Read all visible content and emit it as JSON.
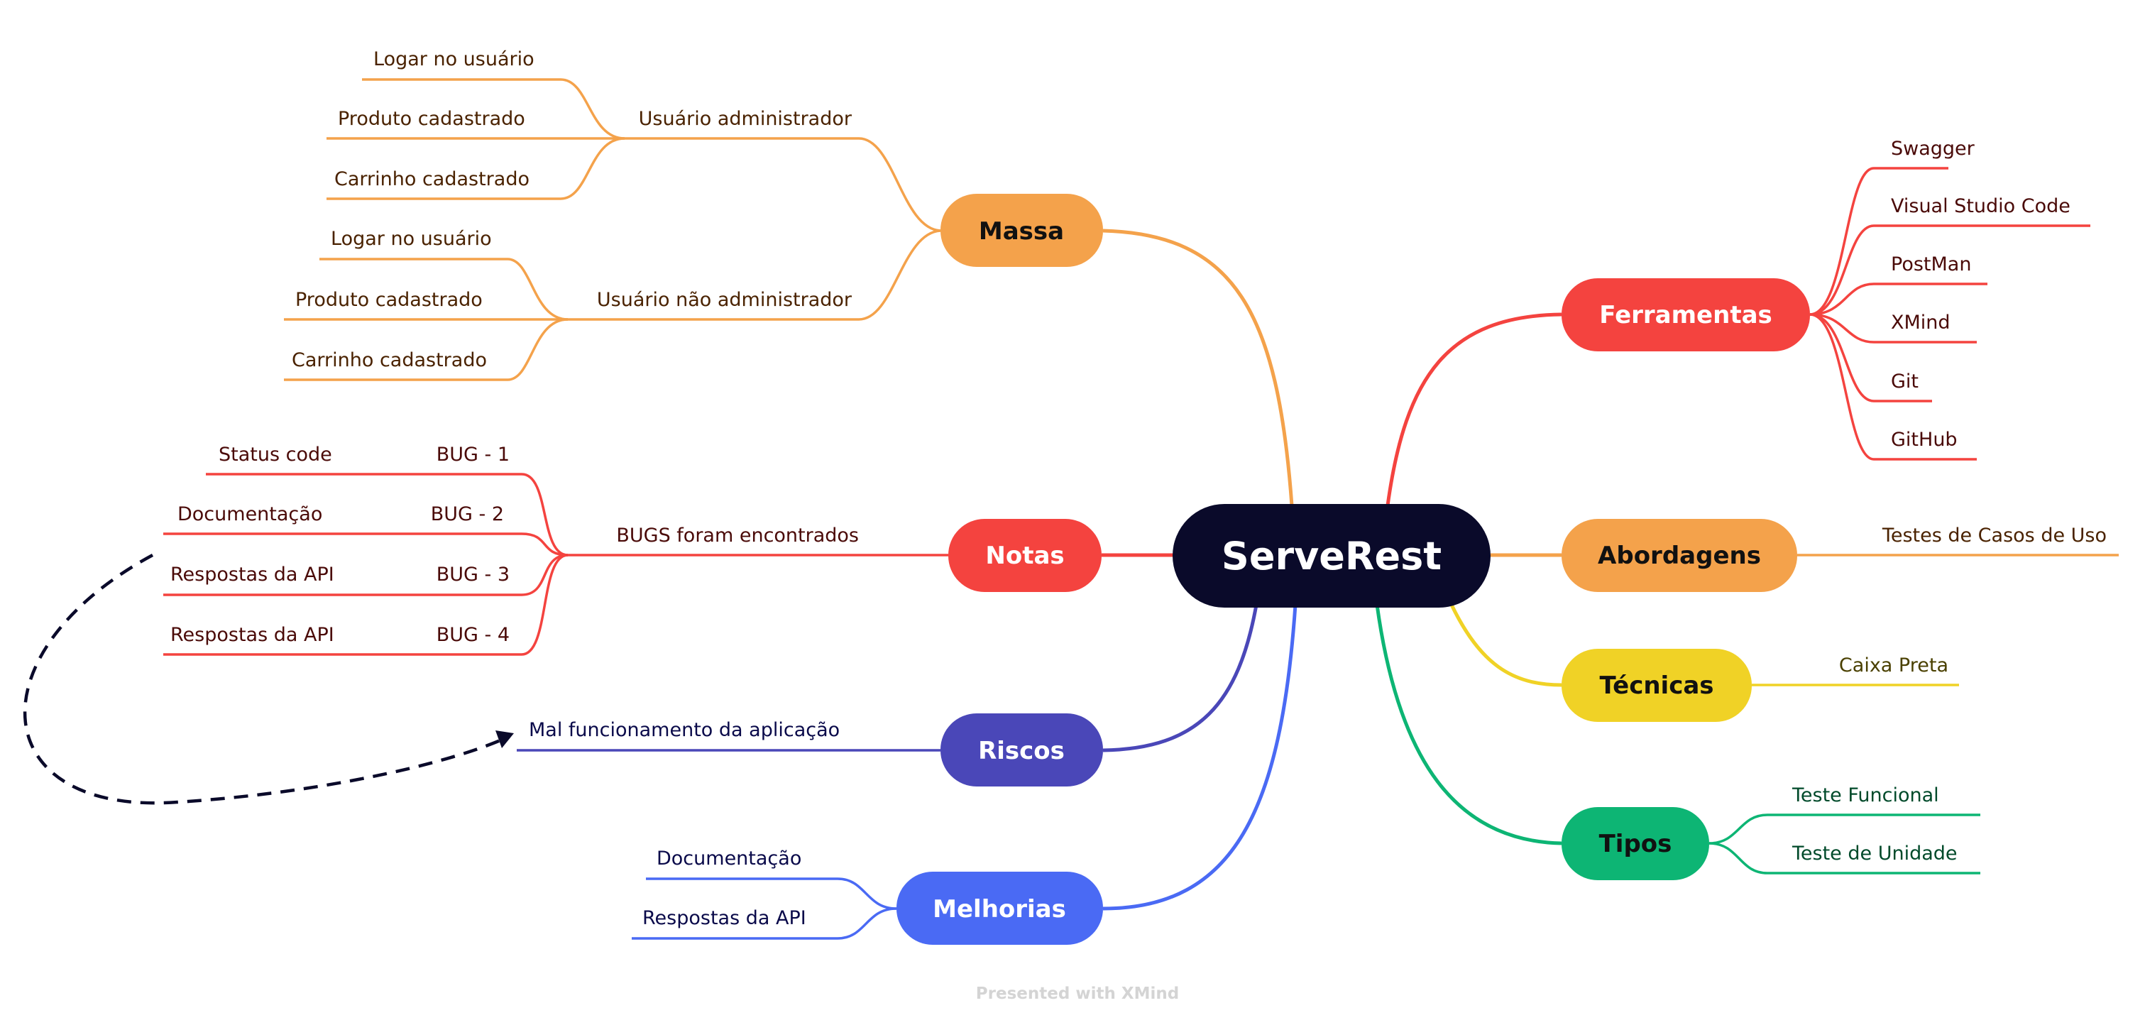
{
  "central": {
    "label": "ServeRest",
    "color": "#0a0a2a"
  },
  "footer": "Presented with XMind",
  "branches": {
    "massa": {
      "label": "Massa",
      "color": "#f4a24b",
      "text_color": "#111111",
      "admin": {
        "label": "Usuário administrador",
        "items": [
          "Logar no usuário",
          "Produto cadastrado",
          "Carrinho cadastrado"
        ]
      },
      "non_admin": {
        "label": "Usuário não administrador",
        "items": [
          "Logar no usuário",
          "Produto cadastrado",
          "Carrinho cadastrado"
        ]
      }
    },
    "notas": {
      "label": "Notas",
      "color": "#f4433f",
      "text_color": "#ffffff",
      "sub": "BUGS foram encontrados",
      "bugs": [
        {
          "desc": "Status code",
          "id": "BUG  - 1"
        },
        {
          "desc": "Documentação",
          "id": "BUG - 2"
        },
        {
          "desc": "Respostas da API",
          "id": "BUG - 3"
        },
        {
          "desc": "Respostas da API",
          "id": "BUG - 4"
        }
      ]
    },
    "riscos": {
      "label": "Riscos",
      "color": "#4a47b8",
      "text_color": "#ffffff",
      "items": [
        "Mal funcionamento da aplicação"
      ]
    },
    "melhorias": {
      "label": "Melhorias",
      "color": "#4a6af4",
      "text_color": "#ffffff",
      "items": [
        "Documentação",
        "Respostas da API"
      ]
    },
    "ferramentas": {
      "label": "Ferramentas",
      "color": "#f4433f",
      "text_color": "#ffffff",
      "items": [
        "Swagger",
        "Visual Studio Code",
        "PostMan",
        "XMind",
        "Git",
        "GitHub"
      ]
    },
    "abordagens": {
      "label": "Abordagens",
      "color": "#f4a24b",
      "text_color": "#111111",
      "items": [
        "Testes de Casos de Uso"
      ]
    },
    "tecnicas": {
      "label": "Técnicas",
      "color": "#f0d226",
      "text_color": "#111111",
      "items": [
        "Caixa Preta"
      ]
    },
    "tipos": {
      "label": "Tipos",
      "color": "#0db574",
      "text_color": "#111111",
      "items": [
        "Teste Funcional",
        "Teste de Unidade"
      ]
    }
  }
}
